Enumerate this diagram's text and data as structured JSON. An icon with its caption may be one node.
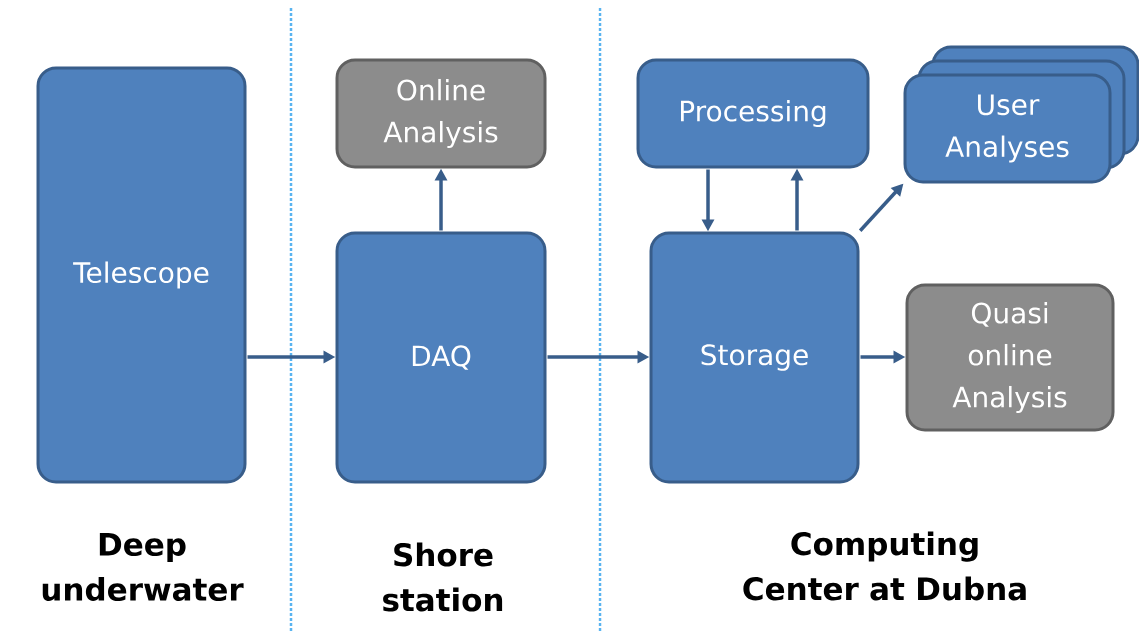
{
  "diagram": {
    "nodes": [
      {
        "text": [
          "Telescope"
        ]
      },
      {
        "text": [
          "Online Analysis"
        ]
      },
      {
        "text": [
          "DAQ"
        ]
      },
      {
        "text": [
          "Processing"
        ]
      },
      {
        "text": [
          "User Analyses"
        ]
      },
      {
        "text": [
          "Storage"
        ]
      },
      {
        "text": [
          "Quasi online Analysis"
        ]
      }
    ],
    "edges": [
      {
        "from": 0,
        "to": 2,
        "arrow": "to"
      },
      {
        "from": 2,
        "to": 1,
        "arrow": "to"
      },
      {
        "from": 2,
        "to": 5,
        "arrow": "to"
      },
      {
        "from": 3,
        "to": 5,
        "arrow": "to"
      },
      {
        "from": 5,
        "to": 3,
        "arrow": "to"
      },
      {
        "from": 5,
        "to": 4,
        "arrow": "to"
      },
      {
        "from": 5,
        "to": 6,
        "arrow": "to"
      }
    ],
    "labels": [
      "Deep underwater",
      "Shore station",
      "Computing Center at Dubna"
    ]
  }
}
